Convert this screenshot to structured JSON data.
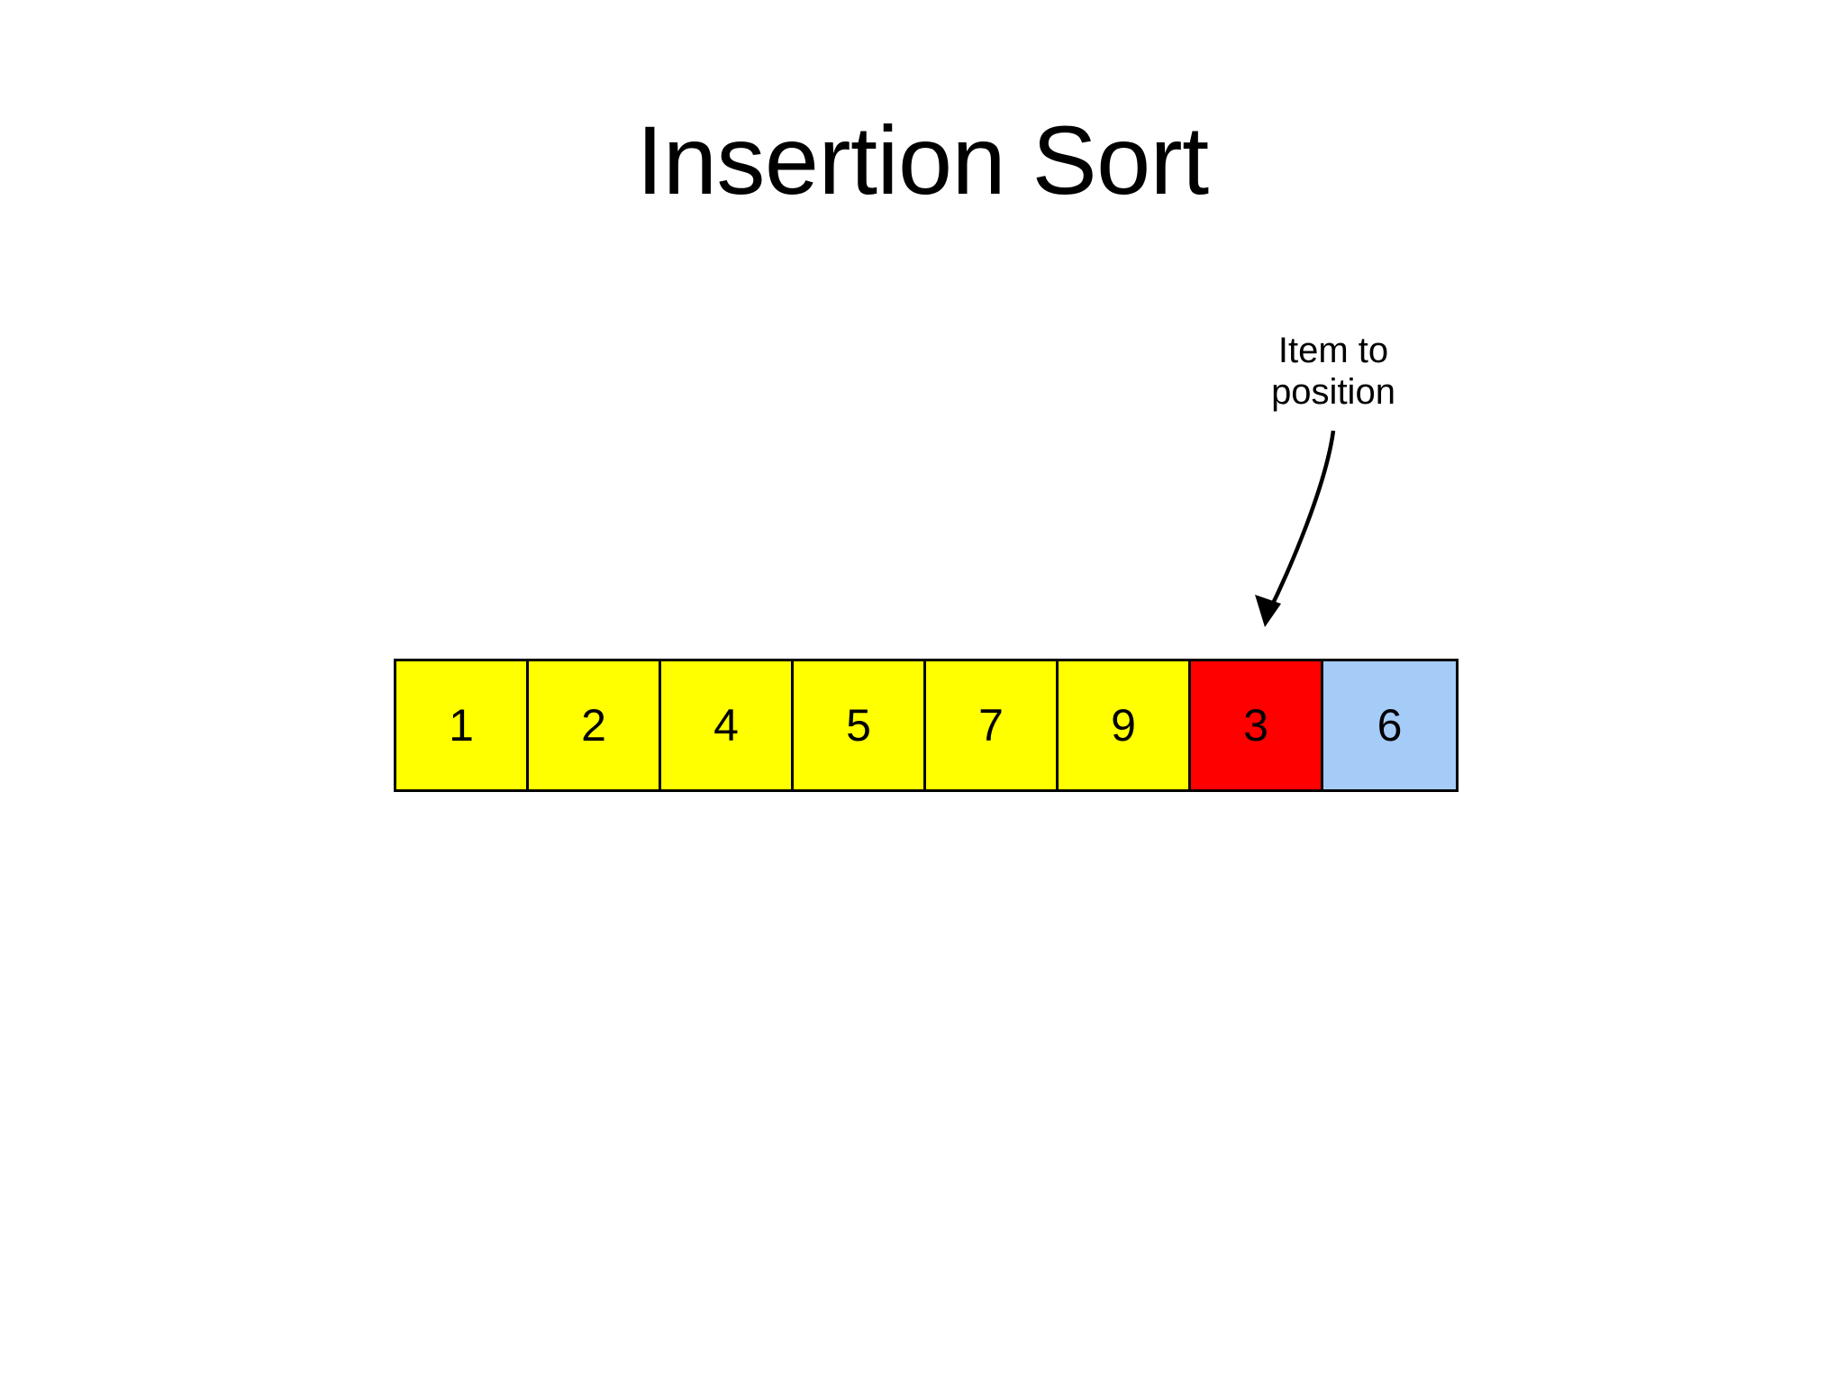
{
  "slide": {
    "title": "Insertion Sort",
    "background_color": "#ffffff"
  },
  "callout": {
    "name": "item-to-position-callout",
    "line1": "Item to",
    "line2": "position",
    "arrow": {
      "icon": "arrow-down-left-icon",
      "points_to_index": 6
    }
  },
  "array": {
    "cells": [
      {
        "value": "1",
        "state": "sorted",
        "color": "#ffff00"
      },
      {
        "value": "2",
        "state": "sorted",
        "color": "#ffff00"
      },
      {
        "value": "4",
        "state": "sorted",
        "color": "#ffff00"
      },
      {
        "value": "5",
        "state": "sorted",
        "color": "#ffff00"
      },
      {
        "value": "7",
        "state": "sorted",
        "color": "#ffff00"
      },
      {
        "value": "9",
        "state": "sorted",
        "color": "#ffff00"
      },
      {
        "value": "3",
        "state": "current",
        "color": "#ff0000"
      },
      {
        "value": "6",
        "state": "unsorted",
        "color": "#a5cbf7"
      }
    ]
  },
  "colors": {
    "sorted": "#ffff00",
    "current": "#ff0000",
    "unsorted": "#a5cbf7",
    "border": "#000000",
    "text": "#000000"
  }
}
